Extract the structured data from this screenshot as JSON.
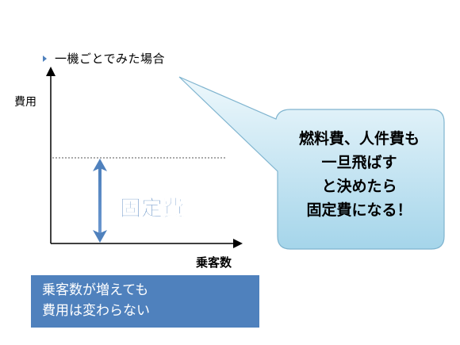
{
  "bullet": {
    "text": "一機ごとでみた場合"
  },
  "chart": {
    "ylabel": "費用",
    "xlabel": "乗客数",
    "fixed_cost_label": "固定費"
  },
  "callout": {
    "lines": [
      "燃料費、人件費も",
      "一旦飛ばす",
      "と決めたら",
      "固定費になる！"
    ]
  },
  "note": {
    "lines": [
      "乗客数が増えても",
      "費用は変わらない"
    ]
  },
  "colors": {
    "bullet": "#4f81bd",
    "note_bg": "#4f81bd",
    "arrow": "#4f81bd",
    "fixed_cost_text": "#4f81bd",
    "callout_fill_top": "#eaf6fb",
    "callout_fill_bottom": "#a9d8ec",
    "callout_stroke": "#7fb4cf"
  }
}
